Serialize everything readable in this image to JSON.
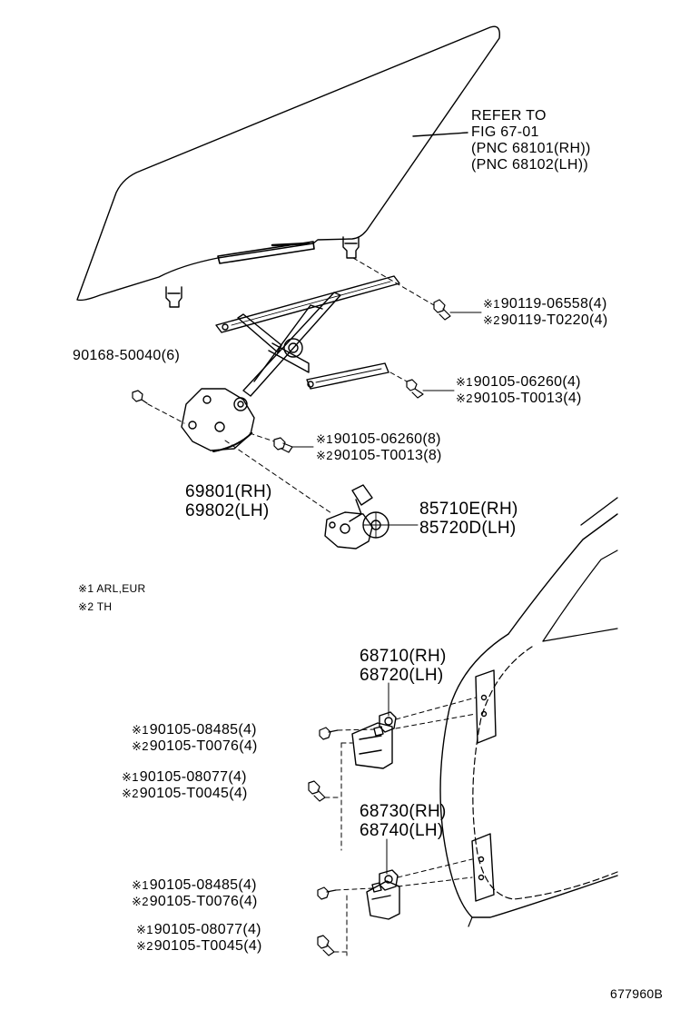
{
  "refer": {
    "line1": "REFER TO",
    "line2": "FIG 67-01",
    "line3": "(PNC 68101(RH))",
    "line4": "(PNC 68102(LH))"
  },
  "bolts_glass": [
    {
      "mark": "※1",
      "part": "90119-06558(4)"
    },
    {
      "mark": "※2",
      "part": "90119-T0220(4)"
    }
  ],
  "bolt_left": {
    "part": "90168-50040(6)"
  },
  "bolts_rail": [
    {
      "mark": "※1",
      "part": "90105-06260(4)"
    },
    {
      "mark": "※2",
      "part": "90105-T0013(4)"
    }
  ],
  "bolts_regulator": [
    {
      "mark": "※1",
      "part": "90105-06260(8)"
    },
    {
      "mark": "※2",
      "part": "90105-T0013(8)"
    }
  ],
  "regulator": {
    "rh": "69801(RH)",
    "lh": "69802(LH)"
  },
  "motor": {
    "rh": "85710E(RH)",
    "lh": "85720D(LH)"
  },
  "legend": [
    {
      "mark": "※1",
      "text": "ARL,EUR"
    },
    {
      "mark": "※2",
      "text": "TH"
    }
  ],
  "upper_hinge": {
    "rh": "68710(RH)",
    "lh": "68720(LH)"
  },
  "lower_hinge": {
    "rh": "68730(RH)",
    "lh": "68740(LH)"
  },
  "upper_hinge_bolts_a": [
    {
      "mark": "※1",
      "part": "90105-08485(4)"
    },
    {
      "mark": "※2",
      "part": "90105-T0076(4)"
    }
  ],
  "upper_hinge_bolts_b": [
    {
      "mark": "※1",
      "part": "90105-08077(4)"
    },
    {
      "mark": "※2",
      "part": "90105-T0045(4)"
    }
  ],
  "lower_hinge_bolts_a": [
    {
      "mark": "※1",
      "part": "90105-08485(4)"
    },
    {
      "mark": "※2",
      "part": "90105-T0076(4)"
    }
  ],
  "lower_hinge_bolts_b": [
    {
      "mark": "※1",
      "part": "90105-08077(4)"
    },
    {
      "mark": "※2",
      "part": "90105-T0045(4)"
    }
  ],
  "figure_id": "677960B"
}
